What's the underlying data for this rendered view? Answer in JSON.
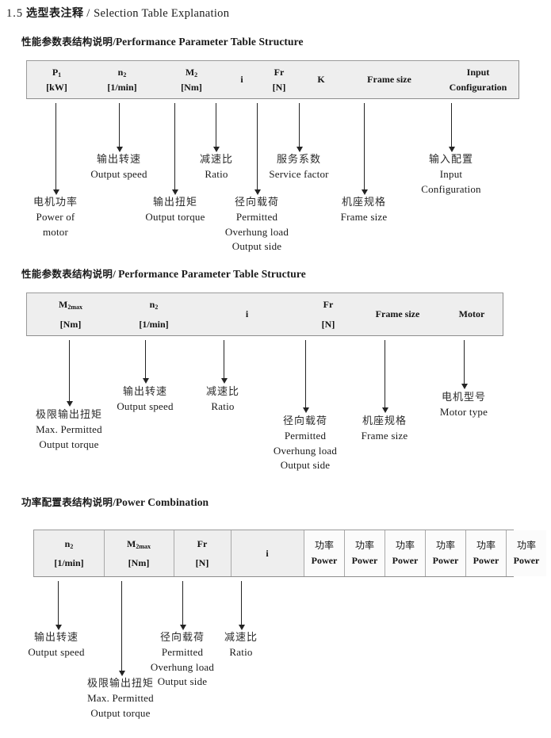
{
  "title": {
    "number": "1.5",
    "cn": "选型表注释",
    "separator": "/",
    "en": "Selection Table Explanation"
  },
  "sections": [
    {
      "heading": {
        "cn": "性能参数表结构说明",
        "separator": "/",
        "en": "Performance Parameter Table Structure"
      },
      "columns": [
        {
          "sym": "P",
          "sub": "1",
          "unit": "[kW]"
        },
        {
          "sym": "n",
          "sub": "2",
          "unit": "[1/min]"
        },
        {
          "sym": "M",
          "sub": "2",
          "unit": "[Nm]"
        },
        {
          "sym": "i",
          "sub": "",
          "unit": ""
        },
        {
          "sym": "Fr",
          "sub": "",
          "unit": "[N]"
        },
        {
          "sym": "K",
          "sub": "",
          "unit": ""
        },
        {
          "sym": "Frame size",
          "sub": "",
          "unit": ""
        },
        {
          "sym": "Input",
          "sub": "",
          "unit": "Configuration"
        }
      ],
      "annotations": [
        {
          "cn": "电机功率",
          "en": [
            "Power of",
            "motor"
          ]
        },
        {
          "cn": "输出转速",
          "en": [
            "Output speed"
          ]
        },
        {
          "cn": "输出扭矩",
          "en": [
            "Output torque"
          ]
        },
        {
          "cn": "减速比",
          "en": [
            "Ratio"
          ]
        },
        {
          "cn": "径向载荷",
          "en": [
            "Permitted",
            "Overhung load",
            "Output side"
          ]
        },
        {
          "cn": "服务系数",
          "en": [
            "Service factor"
          ]
        },
        {
          "cn": "机座规格",
          "en": [
            "Frame size"
          ]
        },
        {
          "cn": "输入配置",
          "en": [
            "Input",
            "Configuration"
          ]
        }
      ]
    },
    {
      "heading": {
        "cn": "性能参数表结构说明",
        "separator": "/",
        "en": "Performance Parameter Table Structure"
      },
      "columns": [
        {
          "sym": "M",
          "sub": "2max",
          "unit": "[Nm]"
        },
        {
          "sym": "n",
          "sub": "2",
          "unit": "[1/min]"
        },
        {
          "sym": "i",
          "sub": "",
          "unit": ""
        },
        {
          "sym": "Fr",
          "sub": "",
          "unit": "[N]"
        },
        {
          "sym": "Frame size",
          "sub": "",
          "unit": ""
        },
        {
          "sym": "Motor",
          "sub": "",
          "unit": ""
        }
      ],
      "annotations": [
        {
          "cn": "极限输出扭矩",
          "en": [
            "Max. Permitted",
            "Output  torque"
          ]
        },
        {
          "cn": "输出转速",
          "en": [
            "Output speed"
          ]
        },
        {
          "cn": "减速比",
          "en": [
            "Ratio"
          ]
        },
        {
          "cn": "径向载荷",
          "en": [
            "Permitted",
            "Overhung load",
            "Output side"
          ]
        },
        {
          "cn": "机座规格",
          "en": [
            "Frame size"
          ]
        },
        {
          "cn": "电机型号",
          "en": [
            "Motor type"
          ]
        }
      ]
    },
    {
      "heading": {
        "cn": "功率配置表结构说明",
        "separator": "/",
        "en": "Power Combination"
      },
      "columns": [
        {
          "sym": "n",
          "sub": "2",
          "unit": "[1/min]"
        },
        {
          "sym": "M",
          "sub": "2max",
          "unit": "[Nm]"
        },
        {
          "sym": "Fr",
          "sub": "",
          "unit": "[N]"
        },
        {
          "sym": "i",
          "sub": "",
          "unit": ""
        },
        {
          "cn": "功率",
          "unit": "Power"
        },
        {
          "cn": "功率",
          "unit": "Power"
        },
        {
          "cn": "功率",
          "unit": "Power"
        },
        {
          "cn": "功率",
          "unit": "Power"
        },
        {
          "cn": "功率",
          "unit": "Power"
        },
        {
          "cn": "功率",
          "unit": "Power"
        }
      ],
      "annotations": [
        {
          "cn": "输出转速",
          "en": [
            "Output speed"
          ]
        },
        {
          "cn": "极限输出扭矩",
          "en": [
            "Max. Permitted",
            "Output  torque"
          ]
        },
        {
          "cn": "径向载荷",
          "en": [
            "Permitted",
            "Overhung load",
            "Output side"
          ]
        },
        {
          "cn": "减速比",
          "en": [
            "Ratio"
          ]
        }
      ]
    }
  ]
}
